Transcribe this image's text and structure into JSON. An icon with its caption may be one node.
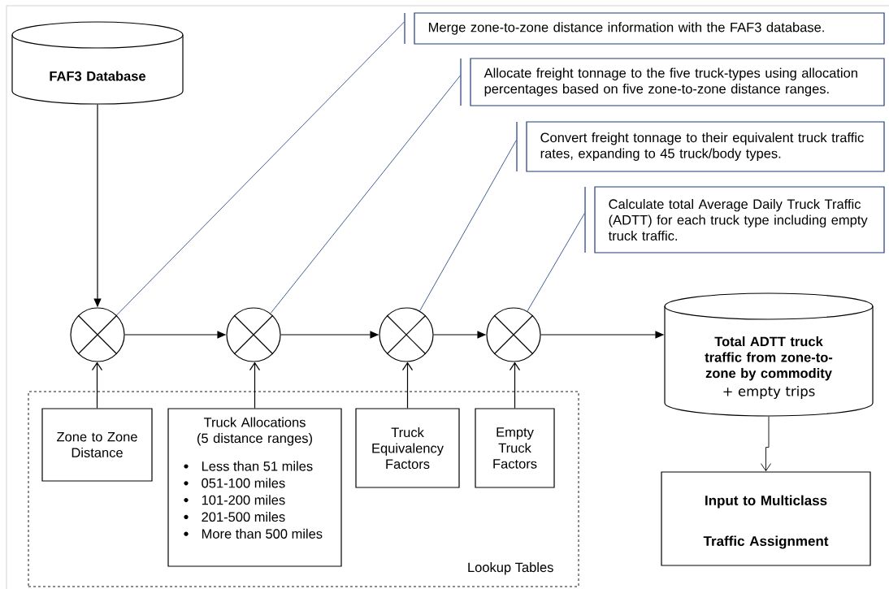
{
  "diagram": {
    "nodes": [
      {
        "text": [
          "FAF3 Database"
        ]
      },
      {
        "text": [
          "Merge zone-to-zone distance information with the FAF3 database."
        ]
      },
      {
        "text": [
          "Allocate freight tonnage to the five truck-types using allocation percentages based on five zone-to-zone distance ranges."
        ]
      },
      {
        "text": [
          "Convert freight tonnage to their equivalent truck traffic rates, expanding to 45 truck/body types."
        ]
      },
      {
        "text": [
          "Calculate total Average Daily Truck Traffic (ADTT) for each truck type including empty truck traffic."
        ]
      },
      {
        "text": [],
        "shape": "circle"
      },
      {
        "text": [],
        "shape": "circle"
      },
      {
        "text": [],
        "shape": "circle"
      },
      {
        "text": [],
        "shape": "circle"
      },
      {
        "text": [
          "Total ADTT truck traffic from zone-to-zone by commodity",
          "+ empty trips"
        ]
      },
      {
        "text": [
          "Lookup Tables"
        ]
      },
      {
        "text": [
          "Zone to Zone Distance"
        ],
        "in": 10
      },
      {
        "text": [
          "Truck Allocations (5 distance ranges)",
          "Less than 51 miles",
          "051-100 miles",
          "101-200 miles",
          "201-500 miles",
          "More than 500 miles"
        ],
        "in": 10
      },
      {
        "text": [
          "Truck Equivalency Factors"
        ],
        "in": 10
      },
      {
        "text": [
          "Empty Truck Factors"
        ],
        "in": 10
      },
      {
        "text": [
          "Input to Multiclass Traffic Assignment"
        ]
      }
    ],
    "edges": [
      {
        "from": 0,
        "to": 5,
        "arrow": "to"
      },
      {
        "from": 5,
        "to": 6,
        "arrow": "to"
      },
      {
        "from": 6,
        "to": 7,
        "arrow": "to"
      },
      {
        "from": 7,
        "to": 8,
        "arrow": "to"
      },
      {
        "from": 8,
        "to": 9,
        "arrow": "to"
      },
      {
        "from": 11,
        "to": 5,
        "arrow": "to"
      },
      {
        "from": 12,
        "to": 6,
        "arrow": "to"
      },
      {
        "from": 13,
        "to": 7,
        "arrow": "to"
      },
      {
        "from": 14,
        "to": 8,
        "arrow": "to"
      },
      {
        "from": 9,
        "to": 15,
        "arrow": "to"
      },
      {
        "from": 1,
        "to": 5,
        "arrow": "none",
        "color": "#2e4d8f"
      },
      {
        "from": 2,
        "to": 6,
        "arrow": "none",
        "color": "#2e4d8f"
      },
      {
        "from": 3,
        "to": 7,
        "arrow": "none",
        "color": "#2e4d8f"
      },
      {
        "from": 4,
        "to": 8,
        "arrow": "none",
        "color": "#2e4d8f"
      }
    ]
  }
}
